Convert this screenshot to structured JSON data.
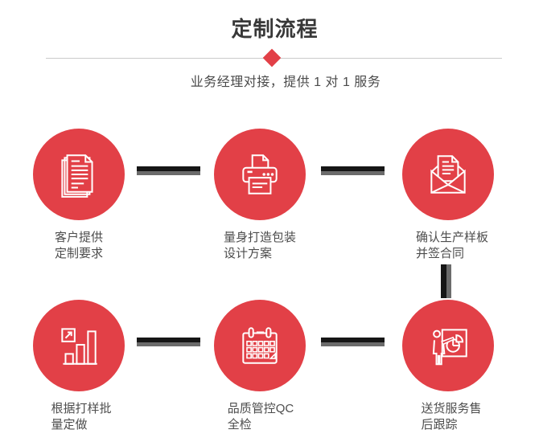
{
  "header": {
    "title": "定制流程",
    "subtitle": "业务经理对接，提供 1 对 1 服务"
  },
  "colors": {
    "accent_red": "#e24047",
    "connector_dark": "#161616",
    "connector_gray": "#6b6b6b",
    "divider_gray": "#cbcbcb",
    "title_text": "#383838",
    "label_text": "#4d4d4d"
  },
  "steps": [
    {
      "icon": "stacked-documents-icon",
      "lines": [
        "客户提供",
        "定制要求"
      ]
    },
    {
      "icon": "printer-icon",
      "lines": [
        "量身打造包装",
        "设计方案"
      ]
    },
    {
      "icon": "open-envelope-icon",
      "lines": [
        "确认生产样板",
        "并签合同"
      ]
    },
    {
      "icon": "growth-bar-chart-icon",
      "lines": [
        "根据打样批",
        "量定做"
      ]
    },
    {
      "icon": "calendar-icon",
      "lines": [
        "品质管控QC",
        "全检"
      ]
    },
    {
      "icon": "presentation-icon",
      "lines": [
        "送货服务售",
        "后跟踪"
      ]
    }
  ]
}
